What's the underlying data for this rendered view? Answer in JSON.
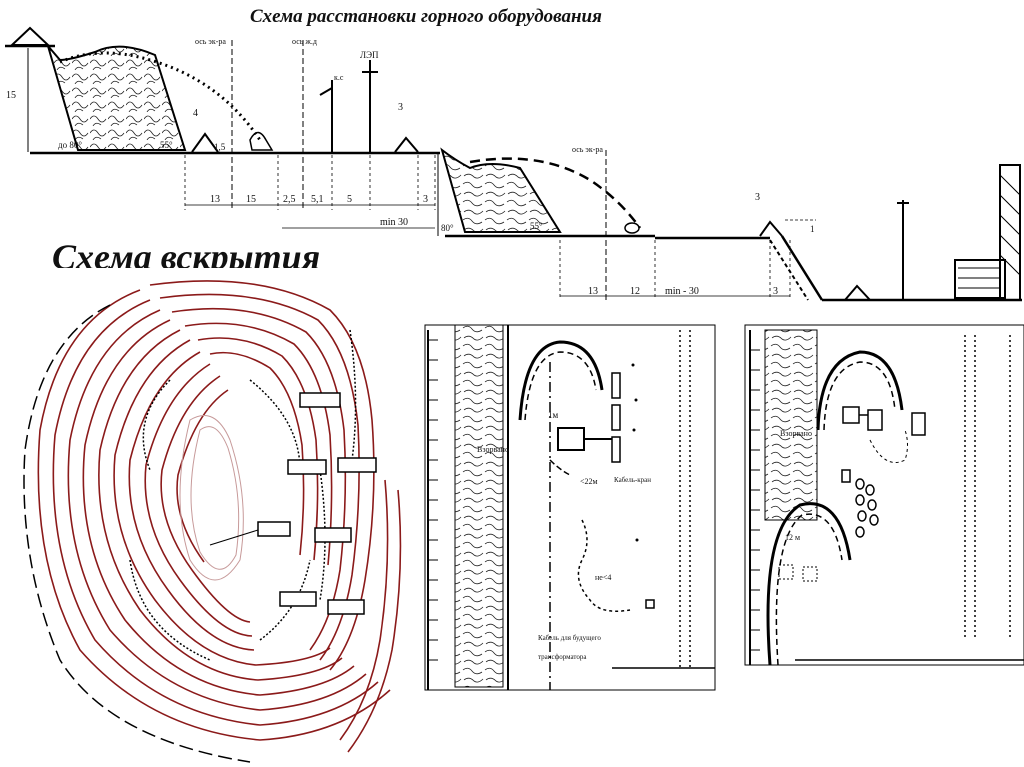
{
  "title": "Схема расстановки горного оборудования",
  "subtitle": "Схема вскрытия",
  "upper_profile": {
    "labels": {
      "height": "15",
      "slope_left": "до 80°",
      "slope_right": "55°",
      "axis_excavator": "ось эк-ра",
      "axis_rail": "ось ж.д",
      "contact_mast": "к.с",
      "power_line": "ЛЭП",
      "gap_4": "4",
      "gap_3": "3",
      "h_1_5": "1,5"
    },
    "dims": [
      "13",
      "15",
      "2,5",
      "5,1",
      "5",
      "3"
    ],
    "min_label": "min 30"
  },
  "lower_profile": {
    "labels": {
      "axis_excavator": "ось эк-ра",
      "slope_left": "80°",
      "slope_right": "55°",
      "gap_3": "3",
      "h_1": "1"
    },
    "dims": [
      "13",
      "12",
      "3"
    ],
    "min_label": "min - 30"
  },
  "plan_middle": {
    "labels": {
      "blast": "Взорвано",
      "gap_1m": "1м",
      "dist_22": "<22м",
      "note": "Кабель-кран",
      "note2": "Кабель для будущего",
      "note3": "трансформатора",
      "dist_4": "не<4"
    }
  },
  "plan_right": {
    "labels": {
      "blast": "Взорвано",
      "gap_12": "12 м"
    }
  }
}
